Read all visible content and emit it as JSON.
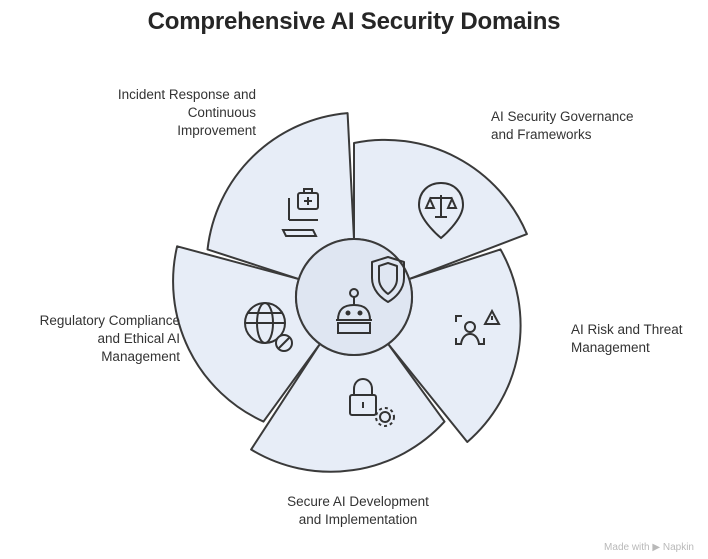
{
  "title": "Comprehensive AI Security Domains",
  "segments": [
    {
      "label": "AI Security Governance\nand Frameworks",
      "icon": "scales-balance-icon"
    },
    {
      "label": "AI Risk and Threat\nManagement",
      "icon": "face-scan-warning-icon"
    },
    {
      "label": "Secure AI Development\nand Implementation",
      "icon": "lock-gear-icon"
    },
    {
      "label": "Regulatory Compliance\nand Ethical AI\nManagement",
      "icon": "globe-no-icon"
    },
    {
      "label": "Incident Response and\nContinuous\nImprovement",
      "icon": "computer-medical-icon"
    }
  ],
  "center": {
    "icons": [
      "shield-icon",
      "robot-icon"
    ]
  },
  "credit": "Made with ▶ Napkin",
  "colors": {
    "fill": "#e7edf7",
    "stroke": "#3a3a3a",
    "center_fill": "#dfe6f2"
  }
}
